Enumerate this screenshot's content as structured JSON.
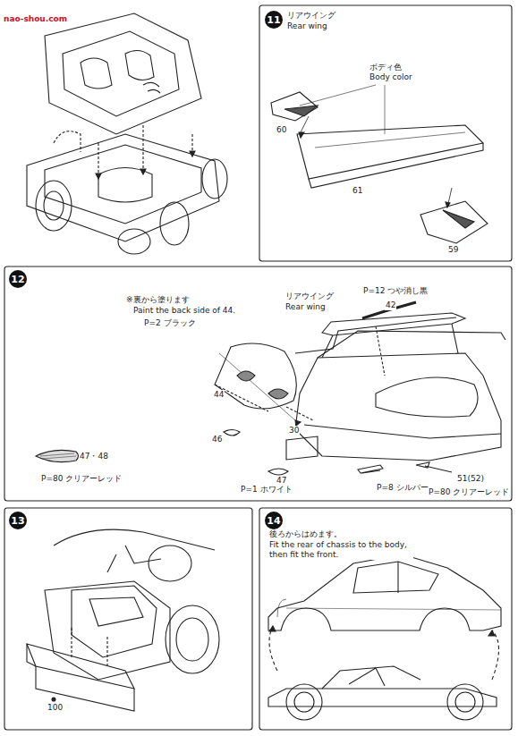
{
  "diagram": {
    "nodes": [
      {
        "text": [
          "11"
        ]
      },
      {
        "text": [
          "12"
        ]
      },
      {
        "text": [
          "13"
        ]
      },
      {
        "text": [
          "14"
        ]
      }
    ],
    "labels": [
      "nao-shou.com",
      "リアウイング",
      "Rear wing",
      "ボディ色",
      "Body color",
      "60",
      "61",
      "59",
      "※裏から塗ります",
      "Paint the back side of 44.",
      "P=2 ブラック",
      "リアウイング",
      "Rear wing",
      "P=12 つや消し黒",
      "42",
      "44",
      "46",
      "47・48",
      "P=80 クリアーレッド",
      "30",
      "P=1 ホワイト",
      "47",
      "P=8 シルバー",
      "51(52)",
      "P=80 クリアーレッド",
      "100",
      "後ろからはめます。",
      "Fit the rear of chassis to the body, then fit the front."
    ]
  }
}
